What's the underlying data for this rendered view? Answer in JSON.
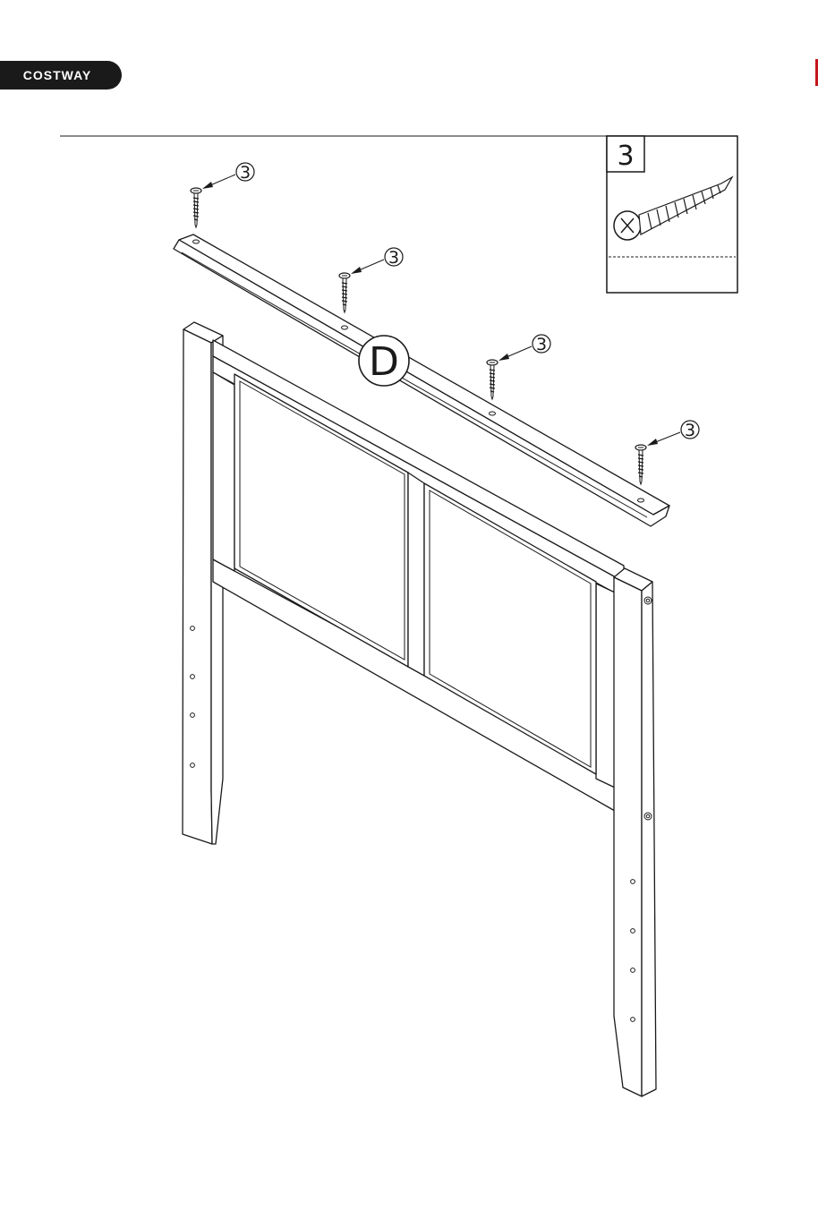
{
  "header": {
    "brand": "COSTWAY"
  },
  "hardware_box": {
    "part_number": "3",
    "label": ""
  },
  "part_label": "D",
  "callouts": [
    "3",
    "3",
    "3",
    "3"
  ],
  "colors": {
    "ink": "#1a1a1a",
    "brand_tab": "#1a1a1a",
    "edge_mark": "#c4161c"
  },
  "icons": {
    "screw": "screw-icon"
  }
}
